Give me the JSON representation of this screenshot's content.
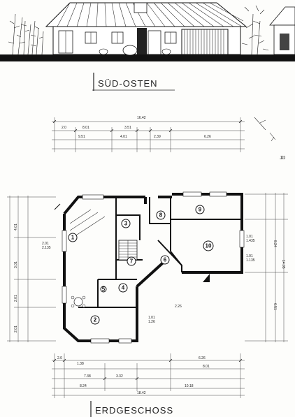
{
  "elevation": {
    "title": "SÜD-OSTEN"
  },
  "floor_plan": {
    "title": "ERDGESCHOSS",
    "rooms": [
      "1",
      "2",
      "3",
      "4",
      "5",
      "6",
      "7",
      "8",
      "9",
      "10"
    ]
  },
  "dimensions": {
    "top_overall": "16.42",
    "top_chain_1": [
      "2.0",
      "8.01",
      "3.51",
      ""
    ],
    "top_chain_2": [
      "9.51",
      "4.01",
      "2.39",
      "6.26"
    ],
    "bottom_chain_1": [
      "2.0",
      "6.26",
      "8.01"
    ],
    "bottom_chain_2": [
      "7.38",
      "3.32",
      "8.24",
      "10.18"
    ],
    "bottom_overall": "18.42",
    "left_stack": [
      "4.01",
      "3.01",
      "2.01",
      "2.01"
    ],
    "right_stack": [
      "8.24",
      "14.05",
      "6.51"
    ],
    "small_labels": [
      "1.01",
      "1.435",
      "1.01",
      "1.135",
      "2.01",
      "2.135",
      "1.01",
      "1.26",
      "2.26",
      "1.38"
    ]
  }
}
